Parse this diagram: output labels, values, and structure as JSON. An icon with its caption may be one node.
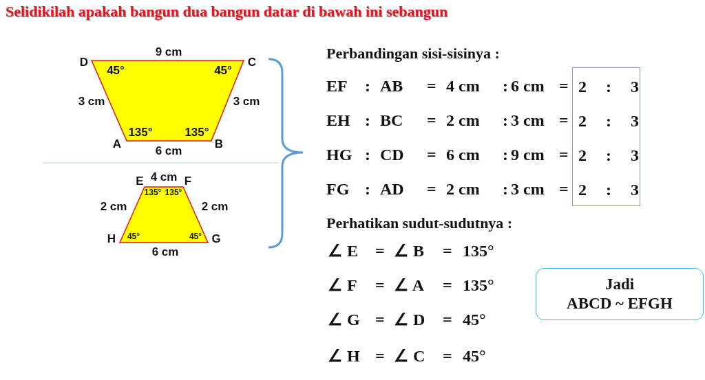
{
  "diagram": {
    "title": "Selidikilah apakah bangun dua bangun datar di bawah ini sebangun",
    "nodes": [
      {
        "text": [
          "45°",
          "45°",
          "135°",
          "135°"
        ],
        "beside": [
          "D",
          "9 cm",
          "C",
          "3 cm",
          "3 cm",
          "A",
          "6 cm",
          "B"
        ]
      },
      {
        "text": [
          "135°",
          "135°",
          "45°",
          "45°"
        ],
        "beside": [
          "E",
          "4 cm",
          "F",
          "2 cm",
          "2 cm",
          "H",
          "G",
          "6 cm"
        ]
      },
      {
        "text": [
          "2 : 3",
          "2 : 3",
          "2 : 3",
          "2 : 3"
        ]
      },
      {
        "text": [
          "Jadi",
          "ABCD ~ EFGH"
        ]
      }
    ],
    "labels": [
      "Perbandingan sisi-sisinya :",
      "EF",
      ":",
      "AB",
      "=",
      "4 cm",
      ":",
      "6 cm",
      "=",
      "EH",
      ":",
      "BC",
      "=",
      "2 cm",
      ":",
      "3 cm",
      "=",
      "HG",
      ":",
      "CD",
      "=",
      "6 cm",
      ":",
      "9 cm",
      "=",
      "FG",
      ":",
      "AD",
      "=",
      "2 cm",
      ":",
      "3 cm",
      "=",
      "Perhatikan sudut-sudutnya :",
      "∠ E",
      "=",
      "∠ B",
      "=",
      "135°",
      "∠ F",
      "=",
      "∠ A",
      "=",
      "135°",
      "∠ G",
      "=",
      "∠ D",
      "=",
      "45°",
      "∠ H",
      "=",
      "∠ C",
      "=",
      "45°"
    ]
  }
}
